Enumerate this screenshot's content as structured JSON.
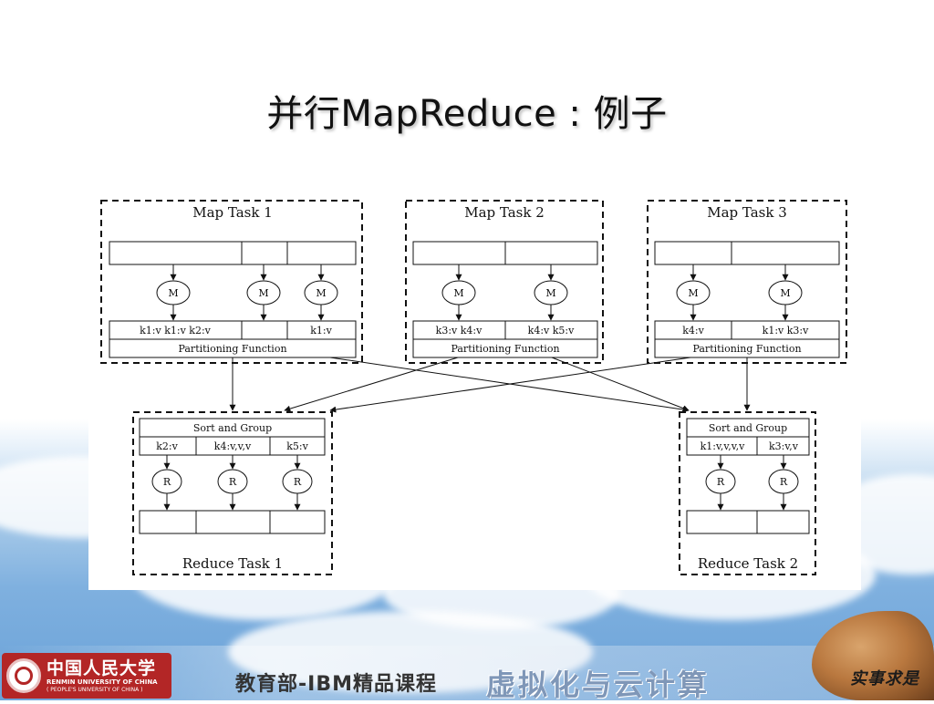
{
  "slide": {
    "title": "并行MapReduce : 例子"
  },
  "diagram": {
    "map_tasks": [
      {
        "label": "Map Task 1",
        "outputs": [
          "k1:v k1:v k2:v",
          "",
          "k1:v"
        ],
        "partition_label": "Partitioning Function",
        "mapper_label": "M"
      },
      {
        "label": "Map Task 2",
        "outputs": [
          "k3:v k4:v",
          "k4:v k5:v"
        ],
        "partition_label": "Partitioning Function",
        "mapper_label": "M"
      },
      {
        "label": "Map Task 3",
        "outputs": [
          "k4:v",
          "k1:v k3:v"
        ],
        "partition_label": "Partitioning Function",
        "mapper_label": "M"
      }
    ],
    "reduce_tasks": [
      {
        "label": "Reduce Task 1",
        "sort_label": "Sort and Group",
        "groups": [
          "k2:v",
          "k4:v,v,v",
          "k5:v"
        ],
        "reducer_label": "R"
      },
      {
        "label": "Reduce Task 2",
        "sort_label": "Sort and Group",
        "groups": [
          "k1:v,v,v,v",
          "k3:v,v"
        ],
        "reducer_label": "R"
      }
    ]
  },
  "footer": {
    "university_cn": "中国人民大学",
    "university_en": "RENMIN UNIVERSITY OF CHINA",
    "university_en_alt": "( PEOPLE'S UNIVERSITY OF CHINA )",
    "course_label": "教育部-IBM精品课程",
    "course_name": "虚拟化与云计算",
    "motto": "实事求是"
  },
  "colors": {
    "brand_red": "#b32626",
    "course_name_blue": "#7f97b8"
  }
}
